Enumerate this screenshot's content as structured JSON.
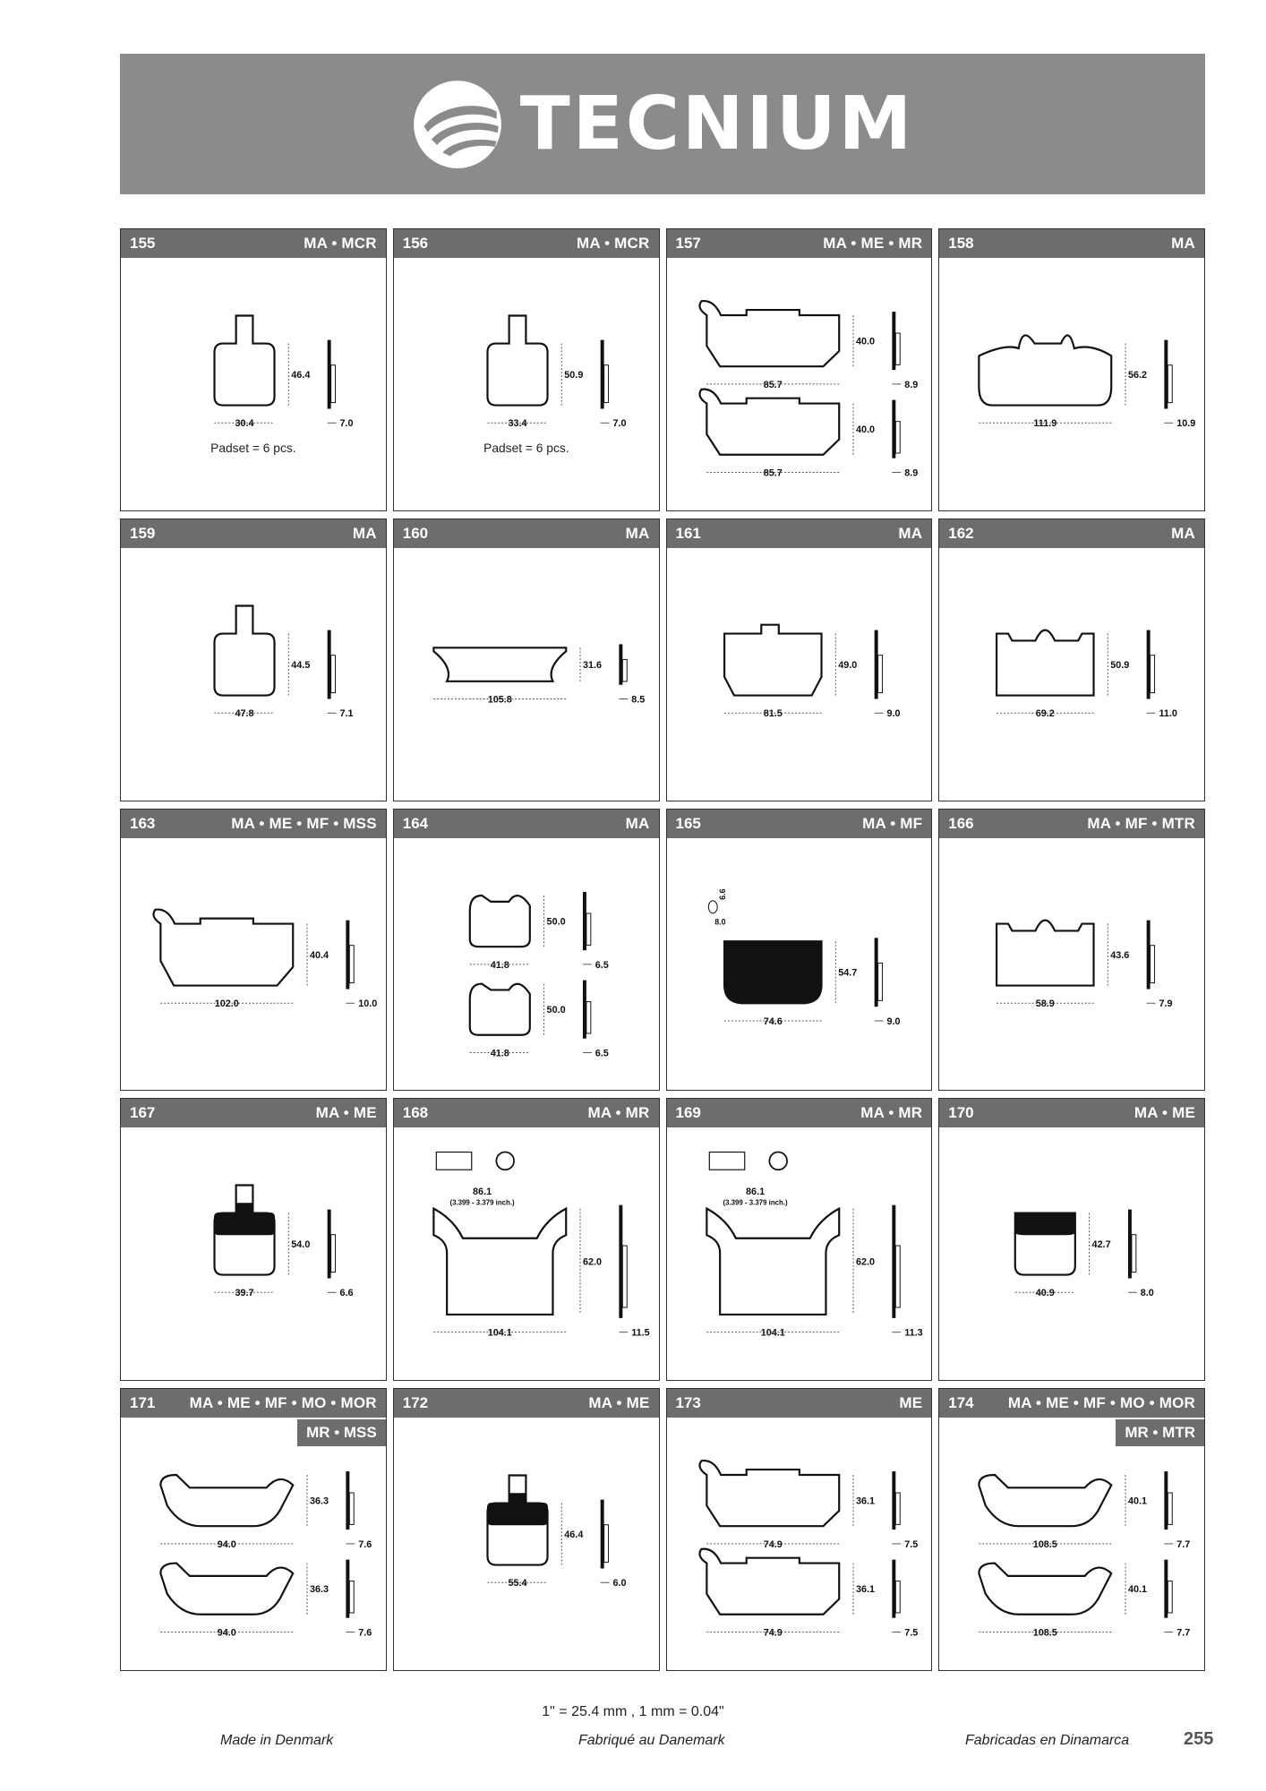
{
  "header": {
    "brand": "TECNIUM"
  },
  "cells": [
    {
      "no": "155",
      "comp": "MA • MCR",
      "sub": "",
      "dims": [
        {
          "h": "46.4",
          "w": "30.4",
          "t": "7.0"
        }
      ],
      "note": "Padset = 6 pcs."
    },
    {
      "no": "156",
      "comp": "MA • MCR",
      "sub": "",
      "dims": [
        {
          "h": "50.9",
          "w": "33.4",
          "t": "7.0"
        }
      ],
      "note": "Padset = 6 pcs."
    },
    {
      "no": "157",
      "comp": "MA • ME • MR",
      "sub": "",
      "dims": [
        {
          "h": "40.0",
          "w": "85.7",
          "t": "8.9"
        },
        {
          "h": "40.0",
          "w": "85.7",
          "t": "8.9"
        }
      ],
      "note": ""
    },
    {
      "no": "158",
      "comp": "MA",
      "sub": "",
      "dims": [
        {
          "h": "56.2",
          "w": "111.9",
          "t": "10.9"
        }
      ],
      "note": ""
    },
    {
      "no": "159",
      "comp": "MA",
      "sub": "",
      "dims": [
        {
          "h": "44.5",
          "w": "47.8",
          "t": "7.1"
        }
      ],
      "note": ""
    },
    {
      "no": "160",
      "comp": "MA",
      "sub": "",
      "dims": [
        {
          "h": "31.6",
          "w": "105.8",
          "t": "8.5"
        }
      ],
      "note": ""
    },
    {
      "no": "161",
      "comp": "MA",
      "sub": "",
      "dims": [
        {
          "h": "49.0",
          "w": "81.5",
          "t": "9.0"
        }
      ],
      "note": ""
    },
    {
      "no": "162",
      "comp": "MA",
      "sub": "",
      "dims": [
        {
          "h": "50.9",
          "w": "69.2",
          "t": "11.0"
        }
      ],
      "note": ""
    },
    {
      "no": "163",
      "comp": "MA • ME • MF • MSS",
      "sub": "",
      "dims": [
        {
          "h": "40.4",
          "w": "102.0",
          "t": "10.0"
        }
      ],
      "note": ""
    },
    {
      "no": "164",
      "comp": "MA",
      "sub": "",
      "dims": [
        {
          "h": "50.0",
          "w": "41.8",
          "t": "6.5"
        },
        {
          "h": "50.0",
          "w": "41.8",
          "t": "6.5"
        }
      ],
      "note": ""
    },
    {
      "no": "165",
      "comp": "MA • MF",
      "sub": "",
      "dims": [
        {
          "h": "54.7",
          "w": "74.6",
          "t": "9.0"
        }
      ],
      "note": "",
      "pin": [
        "6.6",
        "8.0"
      ]
    },
    {
      "no": "166",
      "comp": "MA • MF • MTR",
      "sub": "",
      "dims": [
        {
          "h": "43.6",
          "w": "58.9",
          "t": "7.9"
        }
      ],
      "note": ""
    },
    {
      "no": "167",
      "comp": "MA • ME",
      "sub": "",
      "dims": [
        {
          "h": "54.0",
          "w": "39.7",
          "t": "6.6"
        }
      ],
      "note": ""
    },
    {
      "no": "168",
      "comp": "MA • MR",
      "sub": "",
      "dims": [
        {
          "h": "62.0",
          "w": "104.1",
          "t": "11.5"
        }
      ],
      "note": "",
      "pin": [
        "86.1",
        "(3.399 - 3.379 inch.)"
      ]
    },
    {
      "no": "169",
      "comp": "MA • MR",
      "sub": "",
      "dims": [
        {
          "h": "62.0",
          "w": "104.1",
          "t": "11.3"
        }
      ],
      "note": "",
      "pin": [
        "86.1",
        "(3.399 - 3.379 inch.)"
      ]
    },
    {
      "no": "170",
      "comp": "MA • ME",
      "sub": "",
      "dims": [
        {
          "h": "42.7",
          "w": "40.9",
          "t": "8.0"
        }
      ],
      "note": ""
    },
    {
      "no": "171",
      "comp": "MA • ME • MF • MO • MOR",
      "sub": "MR • MSS",
      "dims": [
        {
          "h": "36.3",
          "w": "94.0",
          "t": "7.6"
        },
        {
          "h": "36.3",
          "w": "94.0",
          "t": "7.6"
        }
      ],
      "note": ""
    },
    {
      "no": "172",
      "comp": "MA • ME",
      "sub": "",
      "dims": [
        {
          "h": "46.4",
          "w": "55.4",
          "t": "6.0"
        }
      ],
      "note": ""
    },
    {
      "no": "173",
      "comp": "ME",
      "sub": "",
      "dims": [
        {
          "h": "36.1",
          "w": "74.9",
          "t": "7.5"
        },
        {
          "h": "36.1",
          "w": "74.9",
          "t": "7.5"
        }
      ],
      "note": ""
    },
    {
      "no": "174",
      "comp": "MA • ME • MF • MO • MOR",
      "sub": "MR • MTR",
      "dims": [
        {
          "h": "40.1",
          "w": "108.5",
          "t": "7.7"
        },
        {
          "h": "40.1",
          "w": "108.5",
          "t": "7.7"
        }
      ],
      "note": ""
    }
  ],
  "footer": {
    "conversion": "1\" = 25.4 mm , 1 mm = 0.04\"",
    "made_en": "Made in Denmark",
    "made_fr": "Fabriqué au Danemark",
    "made_es": "Fabricadas en Dinamarca",
    "page": "255"
  }
}
